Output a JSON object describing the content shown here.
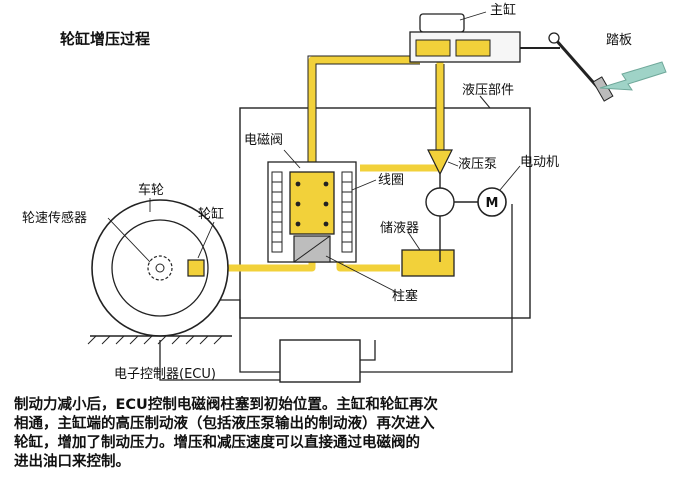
{
  "title": "轮缸增压过程",
  "labels": {
    "master_cylinder": "主缸",
    "pedal": "踏板",
    "hydraulic_unit": "液压部件",
    "solenoid_valve": "电磁阀",
    "pump": "液压泵",
    "motor_label": "电动机",
    "motor_symbol": "M",
    "coil": "线圈",
    "reservoir": "储液器",
    "wheel": "车轮",
    "wheel_cylinder": "轮缸",
    "wheel_speed_sensor": "轮速传感器",
    "plunger": "柱塞",
    "ecu": "电子控制器(ECU)"
  },
  "caption": {
    "line1": "制动力减小后，ECU控制电磁阀柱塞到初始位置。主缸和轮缸再次",
    "line2": "相通，主缸端的高压制动液（包括液压泵输出的制动液）再次进入",
    "line3": "轮缸，增加了制动压力。增压和减压速度可以直接通过电磁阀的",
    "line4": "进出油口来控制。"
  },
  "colors": {
    "fluid": "#f2d13a",
    "fluid_light": "#fbe9a0",
    "line": "#222222",
    "arrow": "#9fd3c7"
  }
}
